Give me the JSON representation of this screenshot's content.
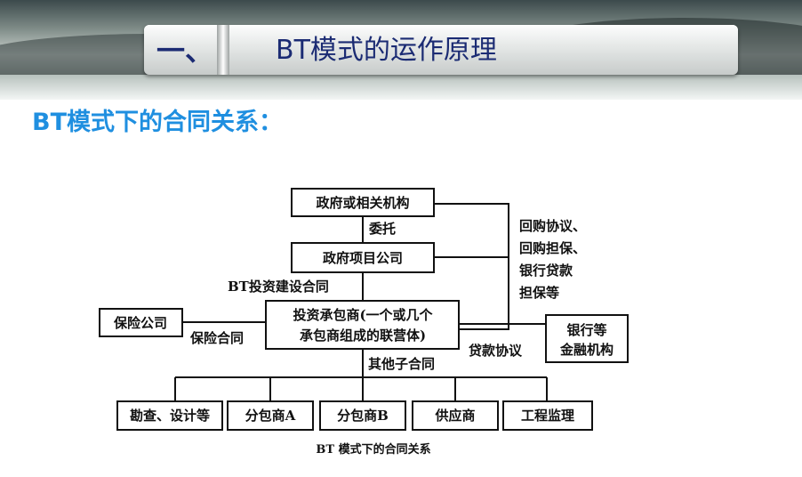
{
  "header": {
    "number": "一、",
    "title": "BT模式的运作原理"
  },
  "subtitle": "BT模式下的合同关系：",
  "diagram": {
    "nodes": {
      "government": "政府或相关机构",
      "gov_project_company": "政府项目公司",
      "investor": [
        "投资承包商(一个或几个",
        "承包商组成的联营体)"
      ],
      "insurance": "保险公司",
      "bank": [
        "银行等",
        "金融机构"
      ],
      "survey": "勘查、设计等",
      "sub_a": "分包商A",
      "sub_b": "分包商B",
      "supplier": "供应商",
      "supervision": "工程监理"
    },
    "edge_labels": {
      "entrust": "委托",
      "bt_contract": "BT投资建设合同",
      "insurance_contract": "保险合同",
      "other_contracts": "其他子合同",
      "loan_agreement": "贷款协议",
      "buyback": [
        "回购协议、",
        "回购担保、",
        "银行贷款",
        "担保等"
      ]
    },
    "caption": "BT 模式下的合同关系"
  }
}
